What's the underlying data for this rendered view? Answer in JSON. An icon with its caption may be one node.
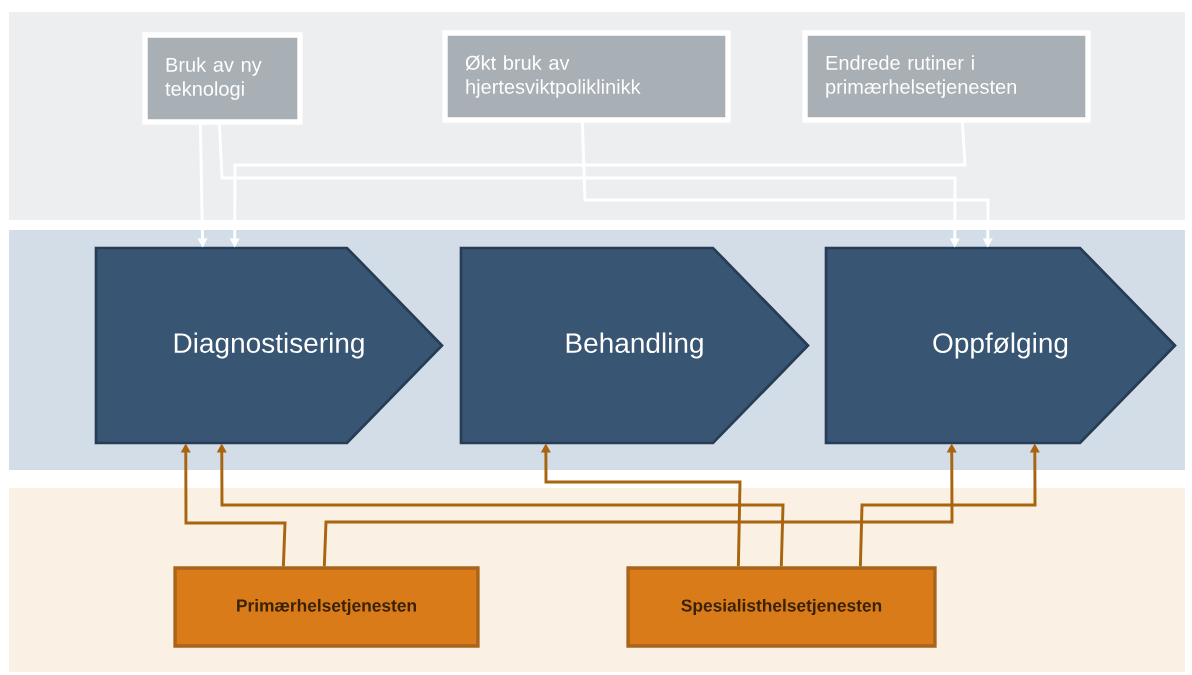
{
  "diagram": {
    "nodes": [
      {
        "text": [
          "Bruk av ny teknologi"
        ]
      },
      {
        "text": [
          "Økt bruk av hjertesviktpoliklinikk"
        ]
      },
      {
        "text": [
          "Endrede rutiner i primærhelsetjenesten"
        ]
      },
      {
        "text": [
          "Diagnostisering"
        ]
      },
      {
        "text": [
          "Behandling"
        ]
      },
      {
        "text": [
          "Oppfølging"
        ]
      },
      {
        "text": [
          "Primærhelsetjenesten"
        ]
      },
      {
        "text": [
          "Spesialisthelsetjenesten"
        ]
      }
    ],
    "edges": [
      {
        "from": 0,
        "to": 3,
        "arrow": "to",
        "color": "#ffffff"
      },
      {
        "from": 0,
        "to": 5,
        "arrow": "to",
        "color": "#ffffff"
      },
      {
        "from": 2,
        "to": 3,
        "arrow": "to",
        "color": "#ffffff"
      },
      {
        "from": 1,
        "to": 5,
        "arrow": "to",
        "color": "#ffffff"
      },
      {
        "from": 6,
        "to": 3,
        "arrow": "to"
      },
      {
        "from": 6,
        "to": 5,
        "arrow": "to"
      },
      {
        "from": 7,
        "to": 4,
        "arrow": "to"
      },
      {
        "from": 7,
        "to": 3,
        "arrow": "to"
      },
      {
        "from": 7,
        "to": 5,
        "arrow": "to"
      }
    ]
  }
}
